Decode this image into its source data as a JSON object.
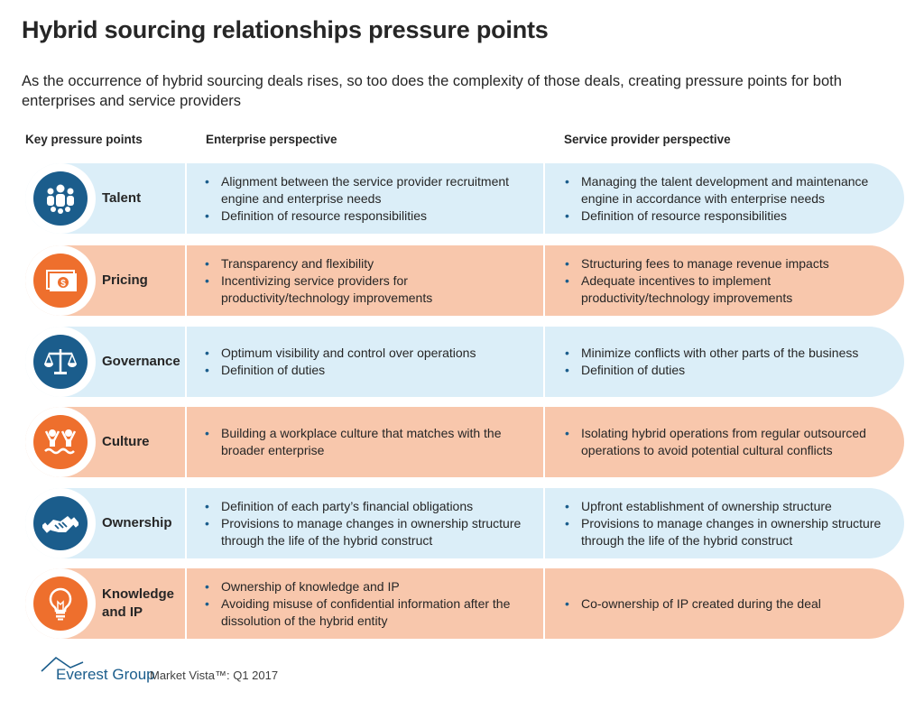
{
  "title": "Hybrid sourcing relationships pressure points",
  "subtitle": "As the occurrence of hybrid sourcing deals rises, so too does the complexity of those deals, creating pressure points for both enterprises and service providers",
  "columns": {
    "key": "Key pressure points",
    "enterprise": "Enterprise perspective",
    "provider": "Service provider perspective"
  },
  "colors": {
    "blue_band": "#dbeef8",
    "peach_band": "#f8c7ac",
    "blue_icon": "#1b5d8c",
    "orange_icon": "#ee6f2d"
  },
  "rows": [
    {
      "label": "Talent",
      "icon": "people-group-icon",
      "theme": "blue",
      "enterprise": [
        "Alignment between the service provider recruitment engine and enterprise needs",
        "Definition of resource responsibilities"
      ],
      "provider": [
        "Managing the talent development and maintenance engine in accordance with enterprise needs",
        "Definition of resource responsibilities"
      ]
    },
    {
      "label": "Pricing",
      "icon": "money-bills-icon",
      "theme": "peach",
      "enterprise": [
        "Transparency and flexibility",
        "Incentivizing service providers for productivity/technology improvements"
      ],
      "provider": [
        "Structuring fees to manage revenue impacts",
        "Adequate incentives to implement productivity/technology improvements"
      ]
    },
    {
      "label": "Governance",
      "icon": "balance-scale-icon",
      "theme": "blue",
      "enterprise": [
        "Optimum visibility and control over operations",
        "Definition of duties"
      ],
      "provider": [
        "Minimize conflicts with other parts of the business",
        "Definition of duties"
      ]
    },
    {
      "label": "Culture",
      "icon": "team-celebration-icon",
      "theme": "peach",
      "enterprise": [
        "Building a workplace culture that matches with the broader enterprise"
      ],
      "provider": [
        "Isolating hybrid operations from regular outsourced operations to avoid potential cultural conflicts"
      ]
    },
    {
      "label": "Ownership",
      "icon": "handshake-icon",
      "theme": "blue",
      "enterprise": [
        "Definition of each party’s financial obligations",
        "Provisions to manage changes in ownership structure through the life of the hybrid construct"
      ],
      "provider": [
        "Upfront establishment of ownership structure",
        "Provisions to manage changes in ownership structure through the life of the hybrid construct"
      ]
    },
    {
      "label": "Knowledge and IP",
      "icon": "lightbulb-icon",
      "theme": "peach",
      "enterprise": [
        "Ownership of knowledge and IP",
        "Avoiding misuse of confidential information after the dissolution of the hybrid entity"
      ],
      "provider": [
        "Co-ownership of IP created during the deal"
      ]
    }
  ],
  "footer": {
    "brand": "Everest Group",
    "market": "Market Vista™: Q1 2017"
  }
}
